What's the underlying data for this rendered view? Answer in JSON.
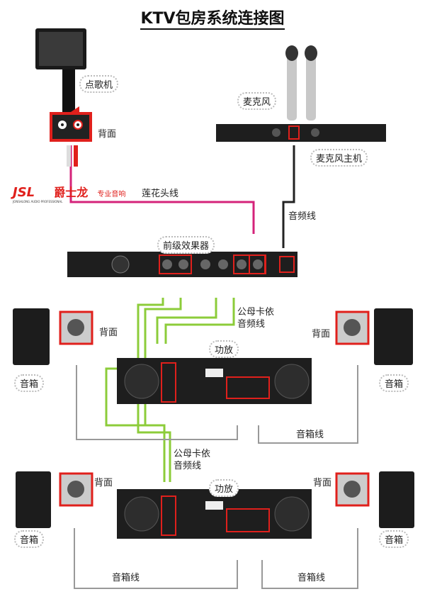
{
  "title": "KTV包房系统连接图",
  "logo": {
    "brand": "JSL",
    "subtitle": "JONSHLONG AUDIO PROFESSIONAL",
    "cn_name": "爵士龙",
    "tagline": "专业音响"
  },
  "labels": {
    "karaoke": "点歌机",
    "back": "背面",
    "mic": "麦克风",
    "mic_receiver": "麦克风主机",
    "rca_cable": "莲花头线",
    "audio_cable": "音频线",
    "preamp": "前级效果器",
    "xlr_cable_line1": "公母卡依",
    "xlr_cable_line2": "音频线",
    "amp": "功放",
    "speaker": "音箱",
    "speaker_cable": "音箱线"
  },
  "colors": {
    "rca": "#d4237a",
    "xlr": "#8ccc3a",
    "highlight": "#e0201c",
    "speaker_cable": "#999999",
    "audio_cable": "#222222"
  }
}
